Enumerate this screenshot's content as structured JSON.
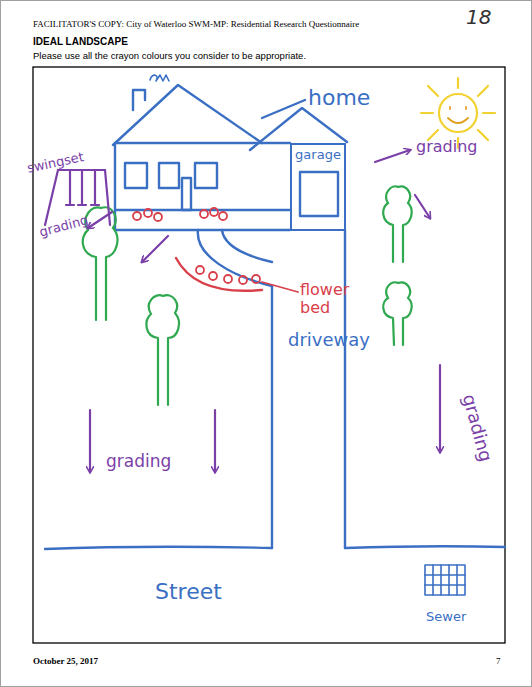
{
  "diagram": {
    "title": "IDEAL LANDSCAPE",
    "nodes": [
      {
        "text": [
          "garage"
        ]
      }
    ],
    "labels": [
      "FACILITATOR'S COPY: City of Waterloo SWM-MP: Residential Research Questionnaire",
      "Please use all the crayon colours you consider to be appropriate.",
      "18",
      "home",
      "swingset",
      "grading",
      "grading",
      "flower bed",
      "driveway",
      "grading",
      "grading",
      "Street",
      "Sewer",
      "October 25, 2017",
      "7"
    ]
  }
}
